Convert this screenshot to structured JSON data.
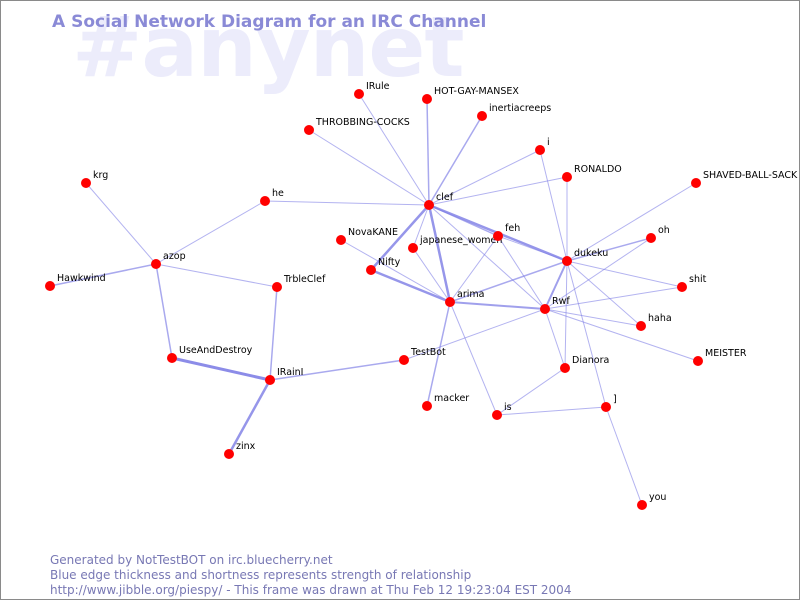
{
  "header": {
    "watermark": "#anynet",
    "title": "A Social Network Diagram for an IRC Channel"
  },
  "footer": {
    "line1": "Generated by NotTestBOT on irc.bluecherry.net",
    "line2": "Blue edge thickness and shortness represents strength of relationship",
    "line3": "http://www.jibble.org/piespy/ - This frame was drawn at Thu Feb 12 19:23:04 EST 2004"
  },
  "colors": {
    "node": "#ff0000",
    "edge": "#8080e6",
    "title": "#8a8ad6",
    "watermark": "#ececfb",
    "footer": "#7878b4"
  },
  "graph": {
    "nodes": [
      {
        "id": "clef",
        "label": "clef"
      },
      {
        "id": "arima",
        "label": "arima"
      },
      {
        "id": "dukeku",
        "label": "dukeku"
      },
      {
        "id": "Rwf",
        "label": "Rwf"
      },
      {
        "id": "IRule",
        "label": "IRule"
      },
      {
        "id": "HOT-GAY-MANSEX",
        "label": "HOT-GAY-MANSEX"
      },
      {
        "id": "inertiacreeps",
        "label": "inertiacreeps"
      },
      {
        "id": "THROBBING-COCKS",
        "label": "THROBBING-COCKS"
      },
      {
        "id": "i",
        "label": "i"
      },
      {
        "id": "RONALDO",
        "label": "RONALDO"
      },
      {
        "id": "SHAVED-BALL-SACK",
        "label": "SHAVED-BALL-SACK"
      },
      {
        "id": "krg",
        "label": "krg"
      },
      {
        "id": "he",
        "label": "he"
      },
      {
        "id": "azop",
        "label": "azop"
      },
      {
        "id": "Hawkwind",
        "label": "Hawkwind"
      },
      {
        "id": "NovaKANE",
        "label": "NovaKANE"
      },
      {
        "id": "japanese_women",
        "label": "japanese_women"
      },
      {
        "id": "feh",
        "label": "feh"
      },
      {
        "id": "oh",
        "label": "oh"
      },
      {
        "id": "Nifty",
        "label": "Nifty"
      },
      {
        "id": "TrbleClef",
        "label": "TrbleClef"
      },
      {
        "id": "shit",
        "label": "shit"
      },
      {
        "id": "haha",
        "label": "haha"
      },
      {
        "id": "UseAndDestroy",
        "label": "UseAndDestroy"
      },
      {
        "id": "TestBot",
        "label": "TestBot"
      },
      {
        "id": "Dianora",
        "label": "Dianora"
      },
      {
        "id": "MEISTER",
        "label": "MEISTER"
      },
      {
        "id": "IRainI",
        "label": "IRainI"
      },
      {
        "id": "macker",
        "label": "macker"
      },
      {
        "id": "is",
        "label": "is"
      },
      {
        "id": "]",
        "label": "]"
      },
      {
        "id": "zinx",
        "label": "zinx"
      },
      {
        "id": "you",
        "label": "you"
      }
    ],
    "edges": [
      {
        "source": "clef",
        "target": "IRule",
        "strength": 1
      },
      {
        "source": "clef",
        "target": "HOT-GAY-MANSEX",
        "strength": 1.5
      },
      {
        "source": "clef",
        "target": "inertiacreeps",
        "strength": 1.5
      },
      {
        "source": "clef",
        "target": "THROBBING-COCKS",
        "strength": 1
      },
      {
        "source": "clef",
        "target": "i",
        "strength": 1
      },
      {
        "source": "clef",
        "target": "RONALDO",
        "strength": 1
      },
      {
        "source": "clef",
        "target": "he",
        "strength": 1
      },
      {
        "source": "clef",
        "target": "japanese_women",
        "strength": 1
      },
      {
        "source": "clef",
        "target": "Nifty",
        "strength": 2.5
      },
      {
        "source": "clef",
        "target": "arima",
        "strength": 2.5
      },
      {
        "source": "clef",
        "target": "feh",
        "strength": 1.5
      },
      {
        "source": "clef",
        "target": "dukeku",
        "strength": 2.5
      },
      {
        "source": "clef",
        "target": "Rwf",
        "strength": 1
      },
      {
        "source": "NovaKANE",
        "target": "arima",
        "strength": 1
      },
      {
        "source": "japanese_women",
        "target": "arima",
        "strength": 1
      },
      {
        "source": "Nifty",
        "target": "arima",
        "strength": 2.5
      },
      {
        "source": "feh",
        "target": "arima",
        "strength": 1
      },
      {
        "source": "feh",
        "target": "dukeku",
        "strength": 1
      },
      {
        "source": "feh",
        "target": "Rwf",
        "strength": 1
      },
      {
        "source": "arima",
        "target": "dukeku",
        "strength": 1.5
      },
      {
        "source": "arima",
        "target": "Rwf",
        "strength": 2
      },
      {
        "source": "arima",
        "target": "macker",
        "strength": 1.5
      },
      {
        "source": "arima",
        "target": "is",
        "strength": 1
      },
      {
        "source": "dukeku",
        "target": "i",
        "strength": 1
      },
      {
        "source": "dukeku",
        "target": "RONALDO",
        "strength": 1
      },
      {
        "source": "dukeku",
        "target": "SHAVED-BALL-SACK",
        "strength": 1
      },
      {
        "source": "dukeku",
        "target": "oh",
        "strength": 1.5
      },
      {
        "source": "dukeku",
        "target": "shit",
        "strength": 1
      },
      {
        "source": "dukeku",
        "target": "haha",
        "strength": 1
      },
      {
        "source": "dukeku",
        "target": "Rwf",
        "strength": 2
      },
      {
        "source": "dukeku",
        "target": "Dianora",
        "strength": 1
      },
      {
        "source": "dukeku",
        "target": "]",
        "strength": 1
      },
      {
        "source": "Rwf",
        "target": "oh",
        "strength": 1
      },
      {
        "source": "Rwf",
        "target": "shit",
        "strength": 1
      },
      {
        "source": "Rwf",
        "target": "haha",
        "strength": 1
      },
      {
        "source": "Rwf",
        "target": "MEISTER",
        "strength": 1
      },
      {
        "source": "Rwf",
        "target": "Dianora",
        "strength": 1
      },
      {
        "source": "Rwf",
        "target": "TestBot",
        "strength": 1
      },
      {
        "source": "krg",
        "target": "azop",
        "strength": 1
      },
      {
        "source": "he",
        "target": "azop",
        "strength": 1
      },
      {
        "source": "azop",
        "target": "Hawkwind",
        "strength": 1.5
      },
      {
        "source": "azop",
        "target": "TrbleClef",
        "strength": 1
      },
      {
        "source": "azop",
        "target": "UseAndDestroy",
        "strength": 1.5
      },
      {
        "source": "TrbleClef",
        "target": "IRainI",
        "strength": 1.5
      },
      {
        "source": "UseAndDestroy",
        "target": "IRainI",
        "strength": 3
      },
      {
        "source": "IRainI",
        "target": "zinx",
        "strength": 2.5
      },
      {
        "source": "IRainI",
        "target": "TestBot",
        "strength": 1.5
      },
      {
        "source": "Dianora",
        "target": "is",
        "strength": 1
      },
      {
        "source": "is",
        "target": "]",
        "strength": 1
      },
      {
        "source": "]",
        "target": "you",
        "strength": 1
      }
    ]
  }
}
